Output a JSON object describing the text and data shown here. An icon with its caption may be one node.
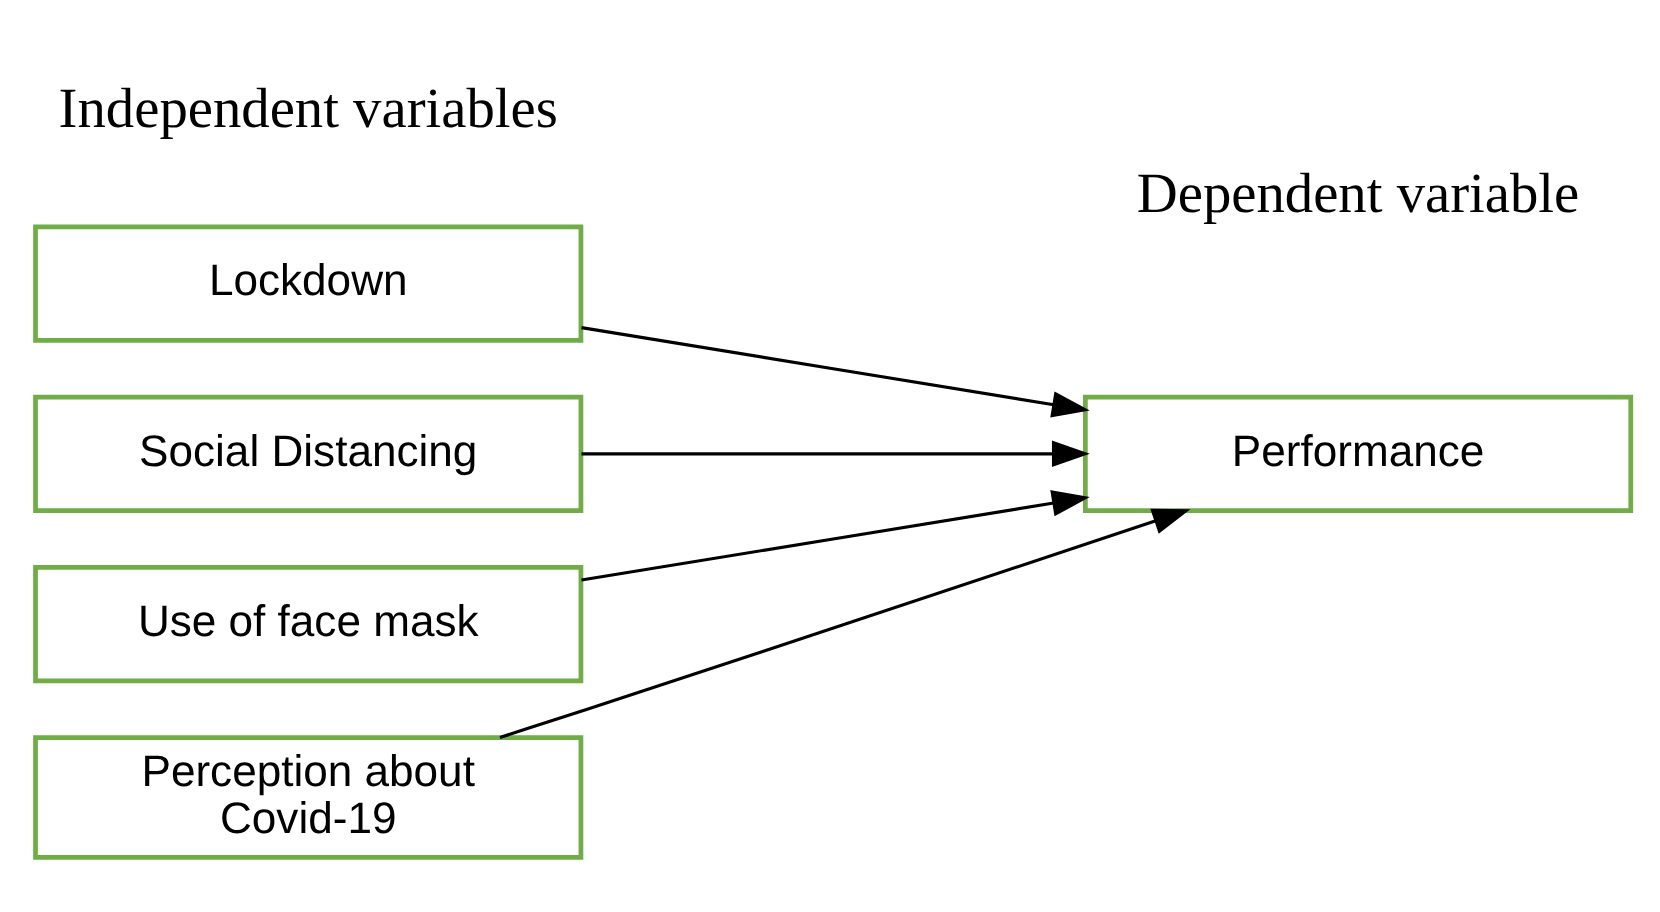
{
  "diagram": {
    "nodes": [
      {
        "text": [
          "Lockdown"
        ]
      },
      {
        "text": [
          "Social Distancing"
        ]
      },
      {
        "text": [
          "Use of face mask"
        ]
      },
      {
        "text": [
          "Perception about Covid-19"
        ]
      },
      {
        "text": [
          "Performance"
        ]
      }
    ],
    "edges": [
      {
        "from": 0,
        "to": 4,
        "arrow": "to"
      },
      {
        "from": 1,
        "to": 4,
        "arrow": "to"
      },
      {
        "from": 2,
        "to": 4,
        "arrow": "to"
      },
      {
        "from": 3,
        "to": 4,
        "arrow": "to"
      }
    ],
    "labels": [
      "Independent variables",
      "Dependent variable"
    ]
  }
}
